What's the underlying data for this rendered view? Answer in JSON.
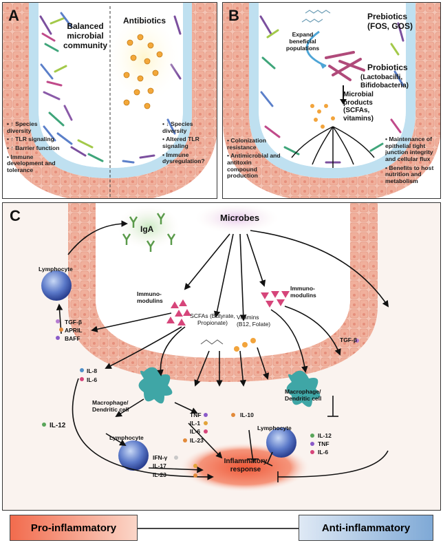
{
  "panelA": {
    "letter": "A",
    "balanced_label": "Balanced microbial community",
    "antibiotics_label": "Antibiotics",
    "left_bullets": [
      "• ↑ Species diversity",
      "• ↑ TLR signaling",
      "• ↑ Barrier function",
      "• Immune development and tolerance"
    ],
    "right_bullets": [
      "• ↓ Species diversity",
      "• Altered TLR signaling",
      "• Immune dysregulation?"
    ]
  },
  "panelB": {
    "letter": "B",
    "prebiotics_label": "Prebiotics",
    "prebiotics_sub": "(FOS, GOS)",
    "expand_label": "Expand beneficial populations",
    "probiotics_label": "Probiotics",
    "probiotics_sub": "(Lactobacilli, Bifidobacteria)",
    "products_label": "Microbial products (SCFAs, vitamins)",
    "left_bullets": [
      "• Colonization resistance",
      "• Antimicrobial and antitoxin compound production"
    ],
    "right_bullets": [
      "• Maintenance of epithelial tight junction integrity and cellular flux",
      "• Benefits to host nutrition and metabolism"
    ]
  },
  "panelC": {
    "letter": "C",
    "iga": "IgA",
    "microbes": "Microbes",
    "lymphocyte_top": "Lymphocyte",
    "immunomodulins_left": "Immuno-modulins",
    "immunomodulins_right": "Immuno-modulins",
    "scfas": "SCFAs (Butyrate, Propionate)",
    "vitamins": "Vitamins (B12, Folate)",
    "tgfb_left": "TGF-β",
    "april": "APRIL",
    "baff": "BAFF",
    "il8": "IL-8",
    "il6_left": "IL-6",
    "macrophage_left": "Macrophage/ Dendritic cell",
    "tnf_mid": "TNF",
    "il1": "IL-1",
    "il6_mid": "IL-6",
    "il23_mid": "IL-23",
    "il12_left": "IL-12",
    "lymphocyte_bottom": "Lymphocyte",
    "ifn": "IFN-γ",
    "il17": "IL-17",
    "il23_low": "IL-23",
    "inflammatory": "Inflammatory response",
    "tgfb_right": "TGF-β",
    "macrophage_right": "Macrophage/ Dendritic cell",
    "il10": "IL-10",
    "lymphocyte_right": "Lymphocyte",
    "il12_right": "IL-12",
    "tnf_right": "TNF",
    "il6_right": "IL-6"
  },
  "footer": {
    "pro": "Pro-inflammatory",
    "anti": "Anti-inflammatory"
  },
  "colors": {
    "epithelium": "#f1b8a6",
    "mucus": "#bfe0f0",
    "inflammation": "#f05a3a",
    "pro_gradient_start": "#f26b4d",
    "anti_gradient_end": "#7fa9d6"
  }
}
